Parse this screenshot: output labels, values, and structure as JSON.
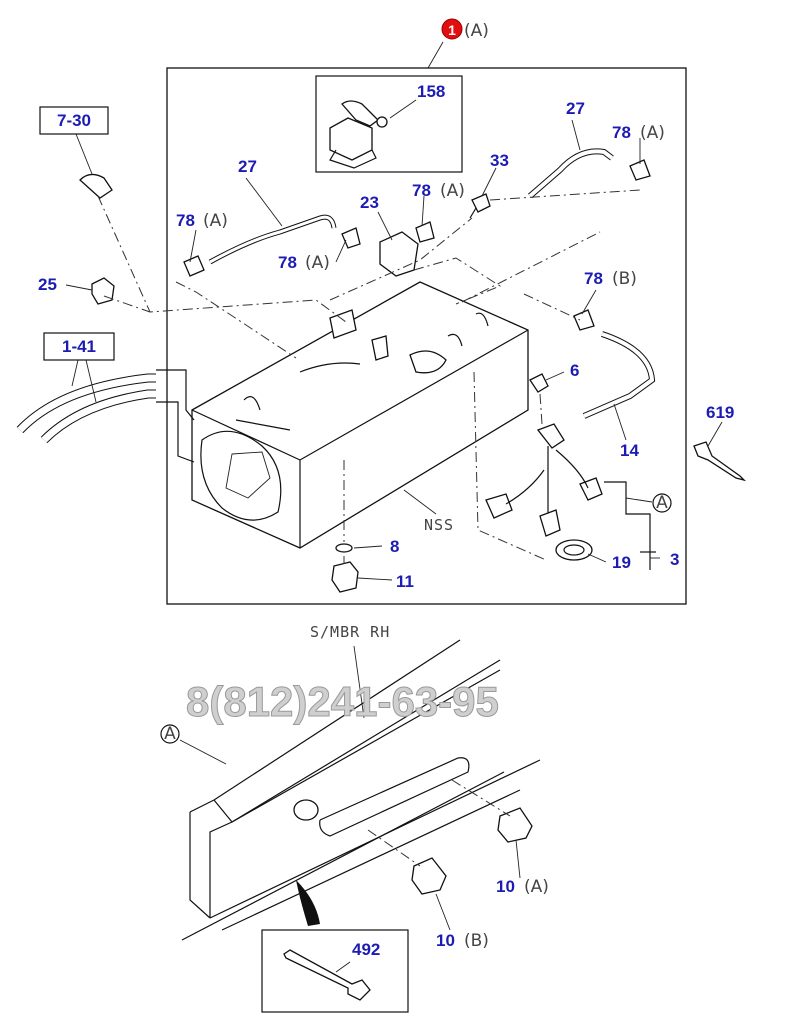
{
  "header": {
    "callout_number": "1",
    "callout_suffix": "(A)"
  },
  "refs": {
    "r158": "158",
    "r7_30": "7-30",
    "r27a": "27",
    "r27b": "27",
    "r33": "33",
    "r78a_1": "78",
    "r78a_1_suffix": "(A)",
    "r78a_2": "78",
    "r78a_2_suffix": "(A)",
    "r78a_3": "78",
    "r78a_3_suffix": "(A)",
    "r78a_4": "78",
    "r78a_4_suffix": "(A)",
    "r23": "23",
    "r25": "25",
    "r78b": "78",
    "r78b_suffix": "(B)",
    "r1_41": "1-41",
    "r6": "6",
    "r619": "619",
    "r14": "14",
    "r8": "8",
    "r11": "11",
    "r19": "19",
    "r3": "3",
    "r10a": "10",
    "r10a_suffix": "(A)",
    "r10b": "10",
    "r10b_suffix": "(B)",
    "r492": "492"
  },
  "labels": {
    "nss": "NSS",
    "smbr": "S/MBR RH",
    "circle_a": "A"
  },
  "watermark": "8(812)241-63-95"
}
